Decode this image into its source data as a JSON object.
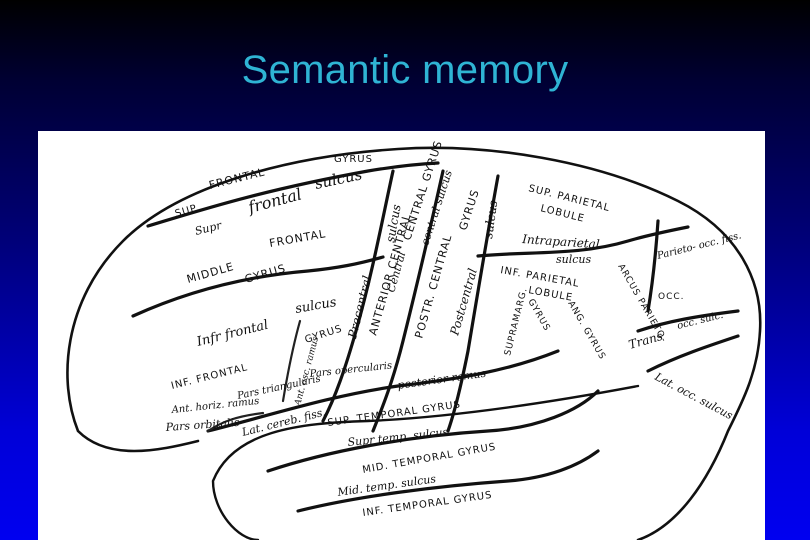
{
  "slide": {
    "title": "Semantic memory"
  },
  "figure": {
    "labels": {
      "gyrus_top": "GYRUS",
      "frontal_top": "FRONTAL",
      "sup_frontal": "SUP.",
      "frontal_sulcus_frontal": "frontal",
      "frontal_sulcus_sulcus": "sulcus",
      "supr": "Supr",
      "middle": "MIDDLE",
      "frontal_mid": "FRONTAL",
      "gyrus_mid": "GYRUS",
      "sulcus_central_1": "sulcus",
      "central_gyrus": "CENTRAL GYRUS",
      "central_sulcus": "central sulcus",
      "precentral": "Precentral",
      "anterior_central": "ANTERIOR CENTRAL",
      "central_2": "Central",
      "gyrus_post": "GYRUS",
      "sulcus_post": "sulcus",
      "post_central": "POSTR. CENTRAL",
      "postcentral": "Postcentral",
      "sup_parietal": "SUP. PARIETAL",
      "lobule_top": "LOBULE",
      "intraparietal": "Intraparietal",
      "sulcus_ip": "sulcus",
      "inf_parietal": "INF. PARIETAL",
      "lobule_inf": "LOBULE",
      "parieto_occ_fiss": "Parieto- occ. fiss.",
      "arcus_parieto": "ARCUS PARIETO-",
      "occ": "OCC.",
      "supramarg": "SUPRAMARG.",
      "gyrus_sm": "GYRUS",
      "ang_gyrus": "ANG. GYRUS",
      "trans": "Trans",
      "occ_sulc": "occ. sulc.",
      "infr_frontal": "Infr frontal",
      "sulcus_inf": "sulcus",
      "gyrus_ifg": "GYRUS",
      "inf_frontal": "INF. FRONTAL",
      "pars_triangularis": "Pars triangularis",
      "ant_asc_ramus": "Ant. asc. ramus",
      "pars_opercularis": "Pars opercularis",
      "ant_horiz_ramus": "Ant. horiz. ramus",
      "pars_orbitalis": "Pars orbitalis",
      "lat_cereb_fiss": "Lat. cereb. fiss.",
      "posterior_ramus": "posterior ramus",
      "sup_temporal_gyrus": "SUP. TEMPORAL GYRUS",
      "supr_temp_sulcus": "Supr temp. sulcus",
      "lat_occ_sulcus": "Lat. occ. sulcus",
      "mid_temporal_gyrus": "MID. TEMPORAL GYRUS",
      "mid_temp_sulcus": "Mid. temp. sulcus",
      "inf_temporal_gyrus": "INF. TEMPORAL GYRUS"
    }
  }
}
